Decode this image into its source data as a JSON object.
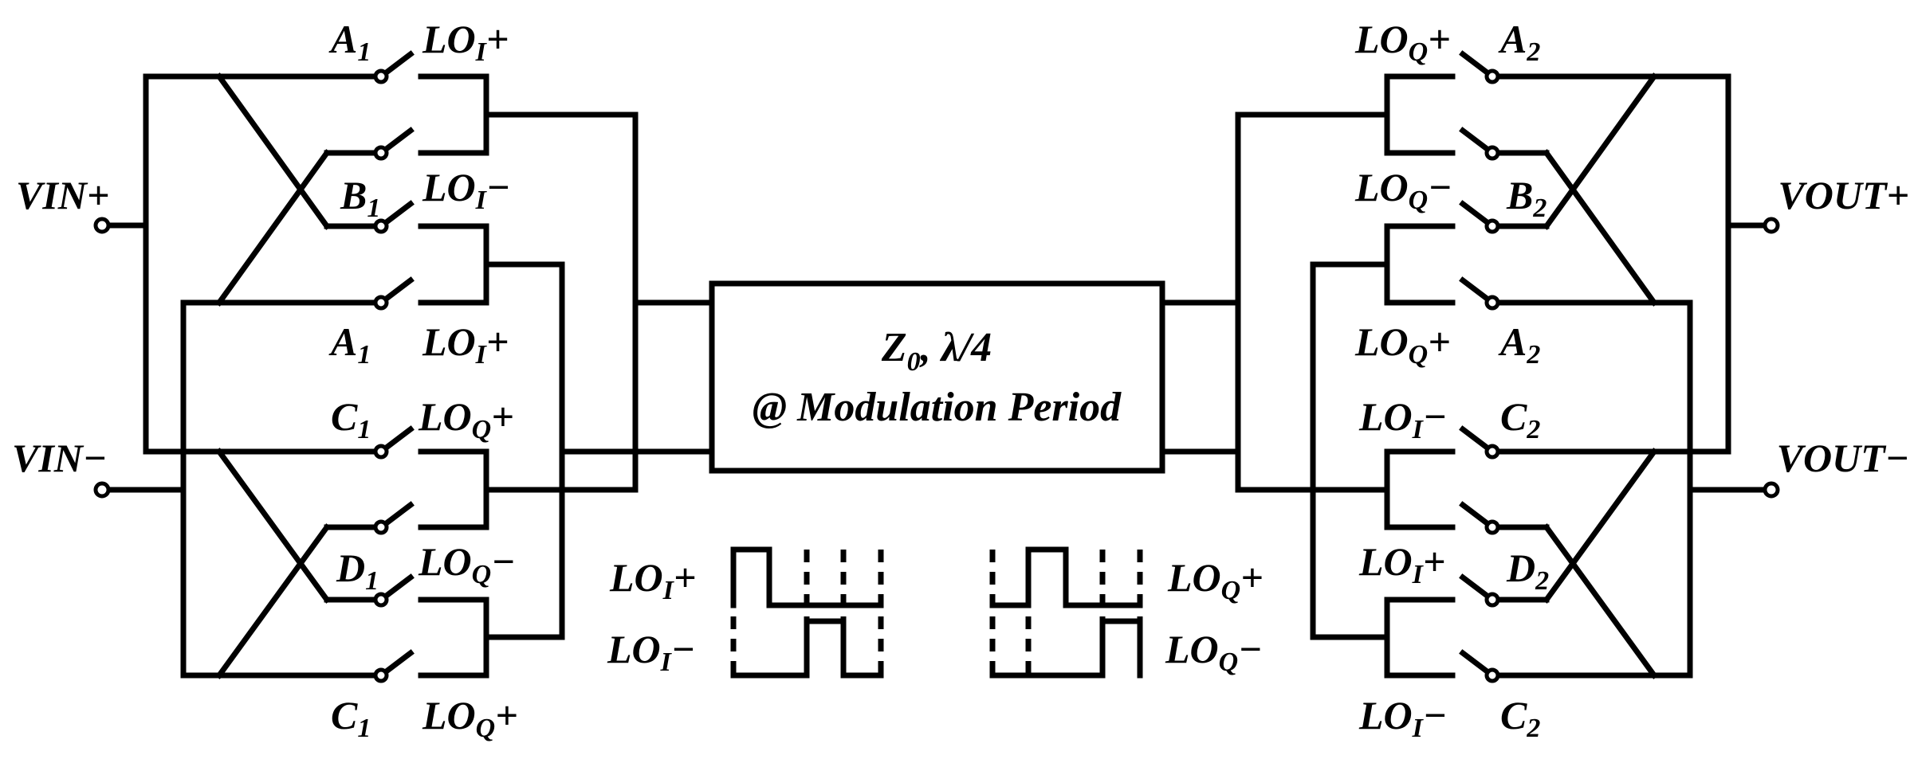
{
  "ports": {
    "vin_plus": "VIN+",
    "vin_minus": "VIN−",
    "vout_plus": "VOUT+",
    "vout_minus": "VOUT−"
  },
  "tline": {
    "line1_main": "Z",
    "line1_sub": "0",
    "line1_rest": ", λ/4",
    "line2": "@ Modulation Period"
  },
  "left_switches": [
    {
      "letter": "A",
      "sub": "1",
      "lo": "LO",
      "lo_sub": "I",
      "lo_sign": "+"
    },
    {
      "letter": "B",
      "sub": "1",
      "lo": "LO",
      "lo_sub": "I",
      "lo_sign": "−"
    },
    {
      "letter": "A",
      "sub": "1",
      "lo": "LO",
      "lo_sub": "I",
      "lo_sign": "+"
    },
    {
      "letter": "C",
      "sub": "1",
      "lo": "LO",
      "lo_sub": "Q",
      "lo_sign": "+"
    },
    {
      "letter": "D",
      "sub": "1",
      "lo": "LO",
      "lo_sub": "Q",
      "lo_sign": "−"
    },
    {
      "letter": "C",
      "sub": "1",
      "lo": "LO",
      "lo_sub": "Q",
      "lo_sign": "+"
    }
  ],
  "right_switches": [
    {
      "letter": "A",
      "sub": "2",
      "lo": "LO",
      "lo_sub": "Q",
      "lo_sign": "+"
    },
    {
      "letter": "B",
      "sub": "2",
      "lo": "LO",
      "lo_sub": "Q",
      "lo_sign": "−"
    },
    {
      "letter": "A",
      "sub": "2",
      "lo": "LO",
      "lo_sub": "Q",
      "lo_sign": "+"
    },
    {
      "letter": "C",
      "sub": "2",
      "lo": "LO",
      "lo_sub": "I",
      "lo_sign": "−"
    },
    {
      "letter": "D",
      "sub": "2",
      "lo": "LO",
      "lo_sub": "I",
      "lo_sign": "+"
    },
    {
      "letter": "C",
      "sub": "2",
      "lo": "LO",
      "lo_sub": "I",
      "lo_sign": "−"
    }
  ],
  "waveforms": {
    "left_top": {
      "lo": "LO",
      "sub": "I",
      "sign": "+"
    },
    "left_bottom": {
      "lo": "LO",
      "sub": "I",
      "sign": "−"
    },
    "right_top": {
      "lo": "LO",
      "sub": "Q",
      "sign": "+"
    },
    "right_bottom": {
      "lo": "LO",
      "sub": "Q",
      "sign": "−"
    }
  }
}
